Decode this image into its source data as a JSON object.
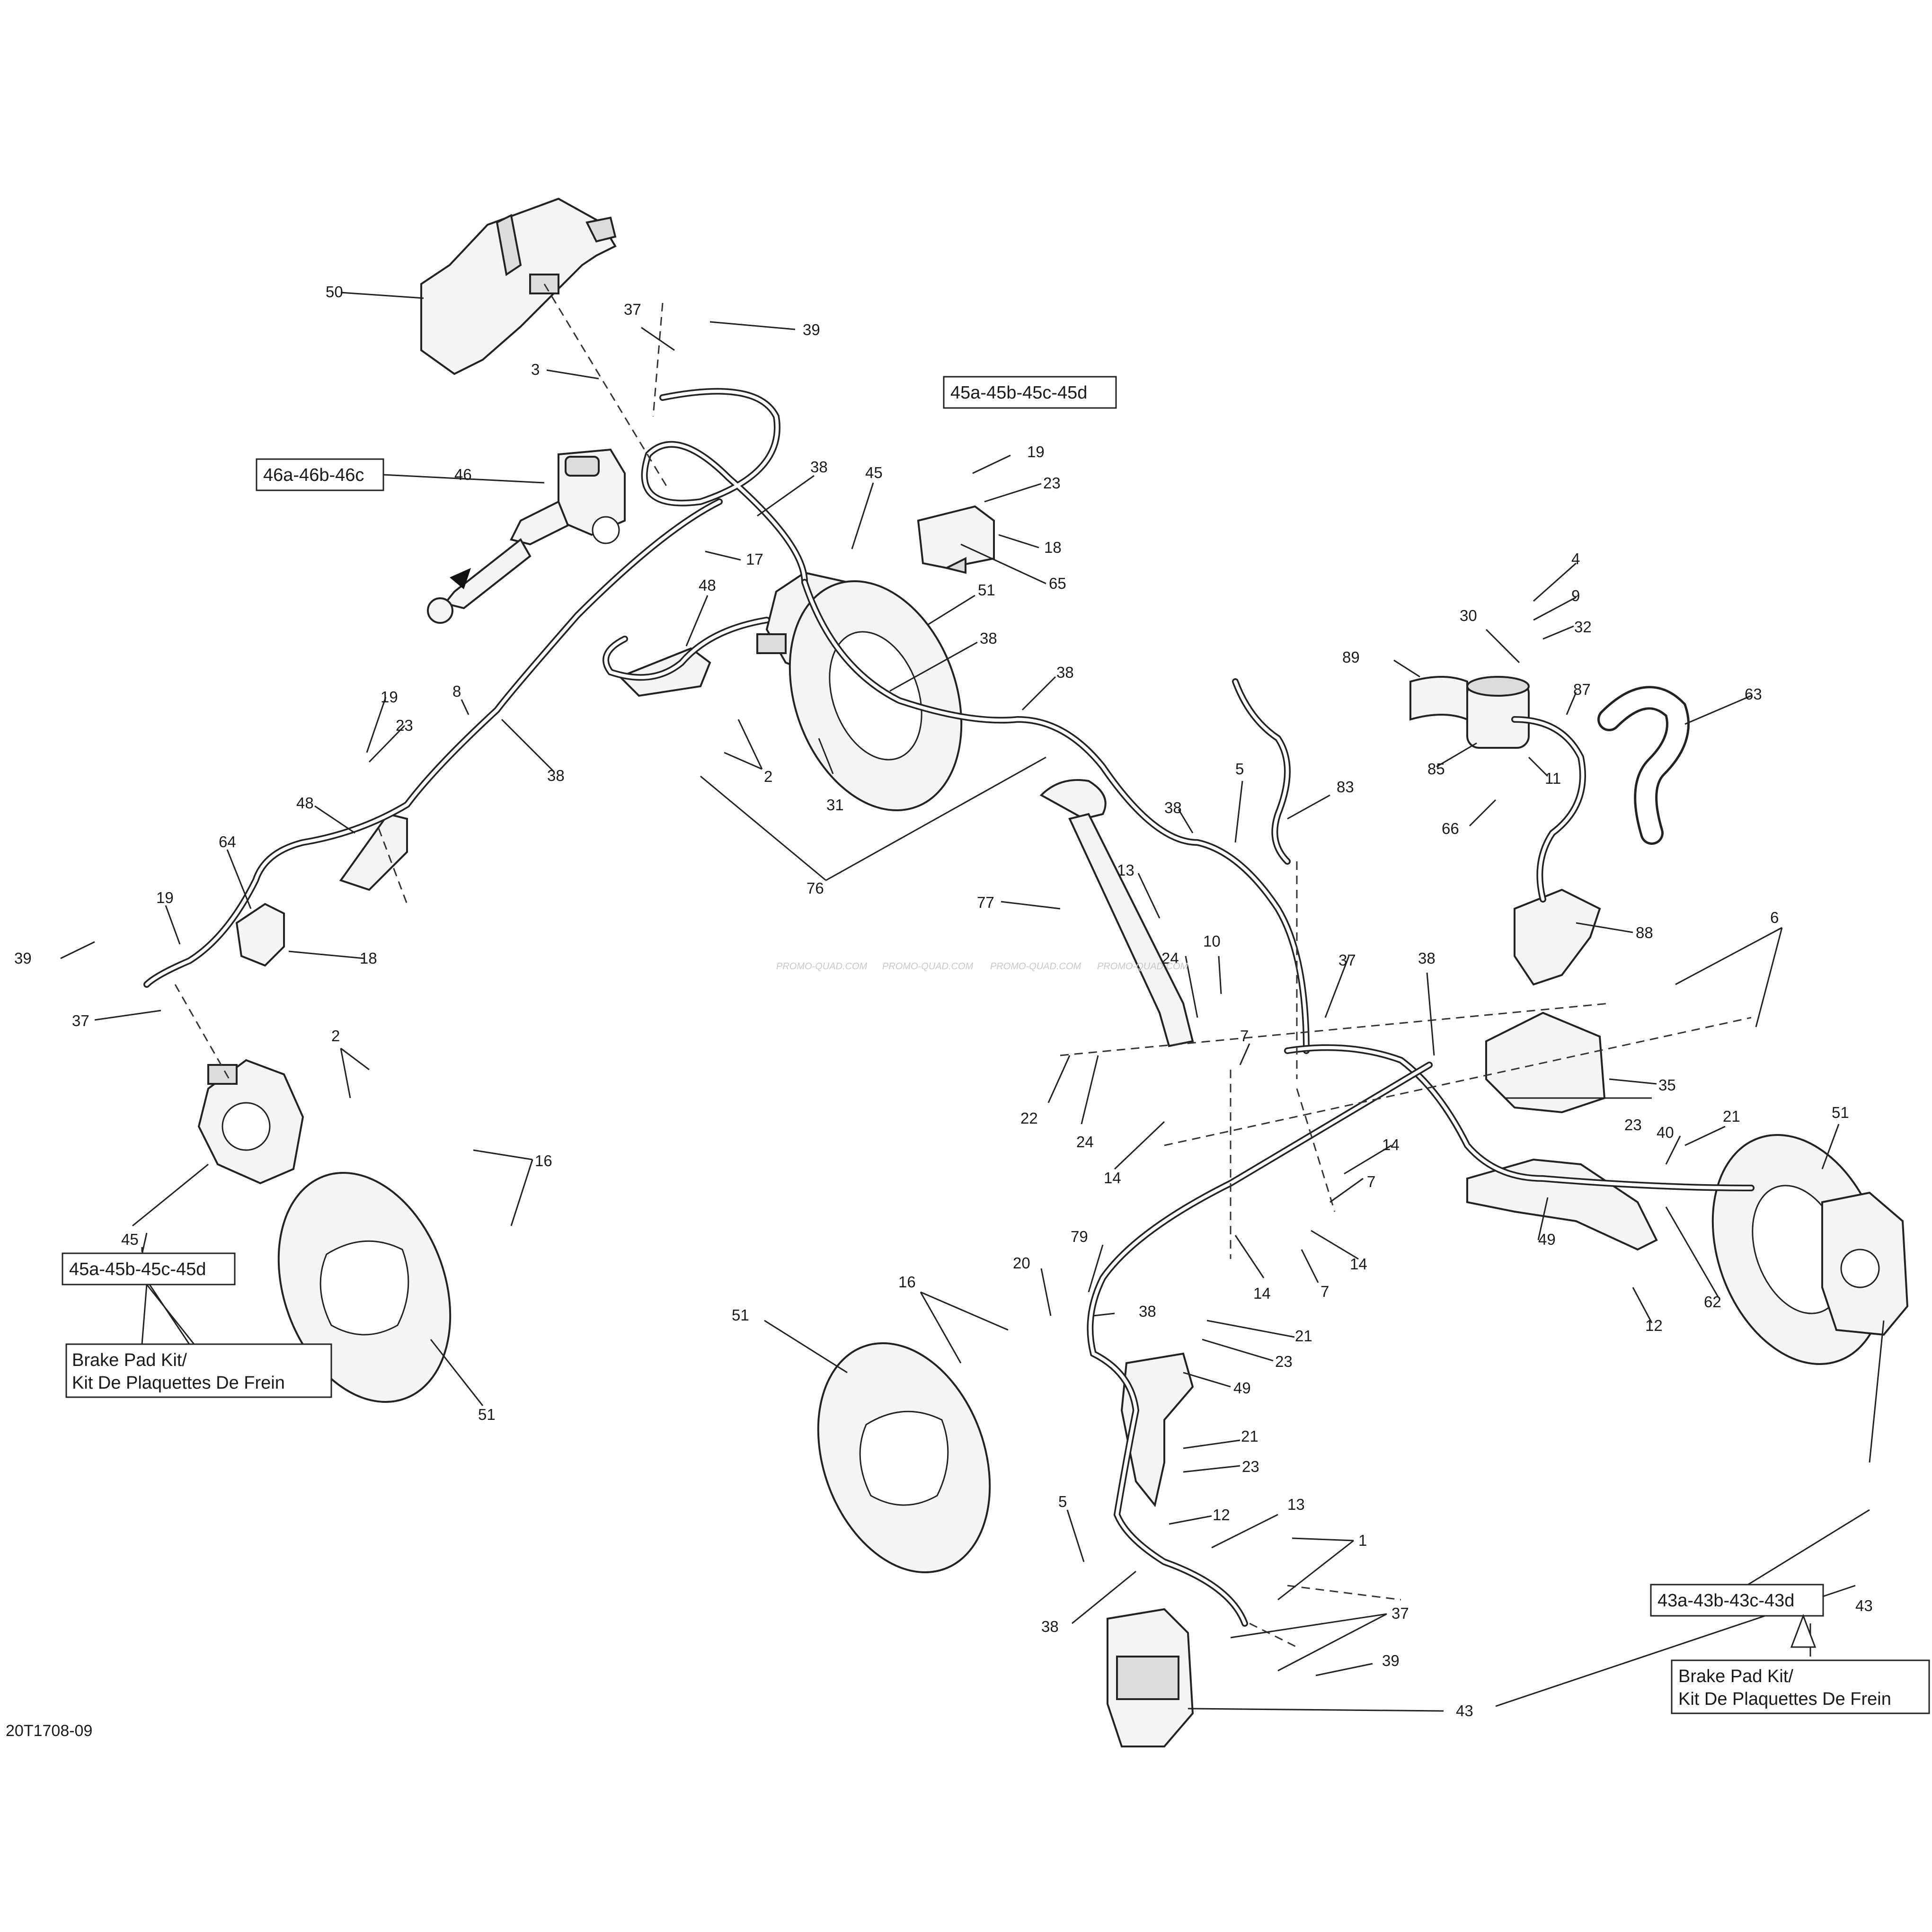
{
  "figure_id": "20T1708-09",
  "watermark": [
    "PROMO-QUAD.COM",
    "PROMO-QUAD.COM",
    "PROMO-QUAD.COM",
    "PROMO-QUAD.COM"
  ],
  "kit_labels": [
    {
      "id": "kit-46",
      "text": "46a-46b-46c"
    },
    {
      "id": "kit-45-top",
      "text": "45a-45b-45c-45d"
    },
    {
      "id": "kit-45-left",
      "text": "45a-45b-45c-45d"
    },
    {
      "id": "kit-43",
      "text": "43a-43b-43c-43d"
    }
  ],
  "brake_pad_kits": [
    {
      "id": "pad-kit-left",
      "line1": "Brake Pad Kit/",
      "line2": "Kit De Plaquettes De Frein"
    },
    {
      "id": "pad-kit-right",
      "line1": "Brake Pad Kit/",
      "line2": "Kit De Plaquettes De Frein"
    }
  ],
  "callouts": [
    "50",
    "37",
    "39",
    "3",
    "46",
    "17",
    "38",
    "45",
    "19",
    "23",
    "18",
    "65",
    "48",
    "51",
    "38",
    "2",
    "31",
    "38",
    "8",
    "38",
    "19",
    "23",
    "48",
    "64",
    "19",
    "39",
    "37",
    "18",
    "2",
    "45",
    "16",
    "51",
    "76",
    "4",
    "9",
    "32",
    "30",
    "89",
    "87",
    "63",
    "85",
    "11",
    "66",
    "88",
    "5",
    "83",
    "38",
    "13",
    "77",
    "24",
    "10",
    "7",
    "37",
    "38",
    "6",
    "35",
    "22",
    "24",
    "14",
    "40",
    "14",
    "14",
    "7",
    "14",
    "7",
    "49",
    "12",
    "62",
    "23",
    "21",
    "51",
    "79",
    "20",
    "38",
    "21",
    "23",
    "49",
    "16",
    "51",
    "21",
    "23",
    "12",
    "5",
    "13",
    "1",
    "38",
    "37",
    "39",
    "43",
    "43"
  ]
}
